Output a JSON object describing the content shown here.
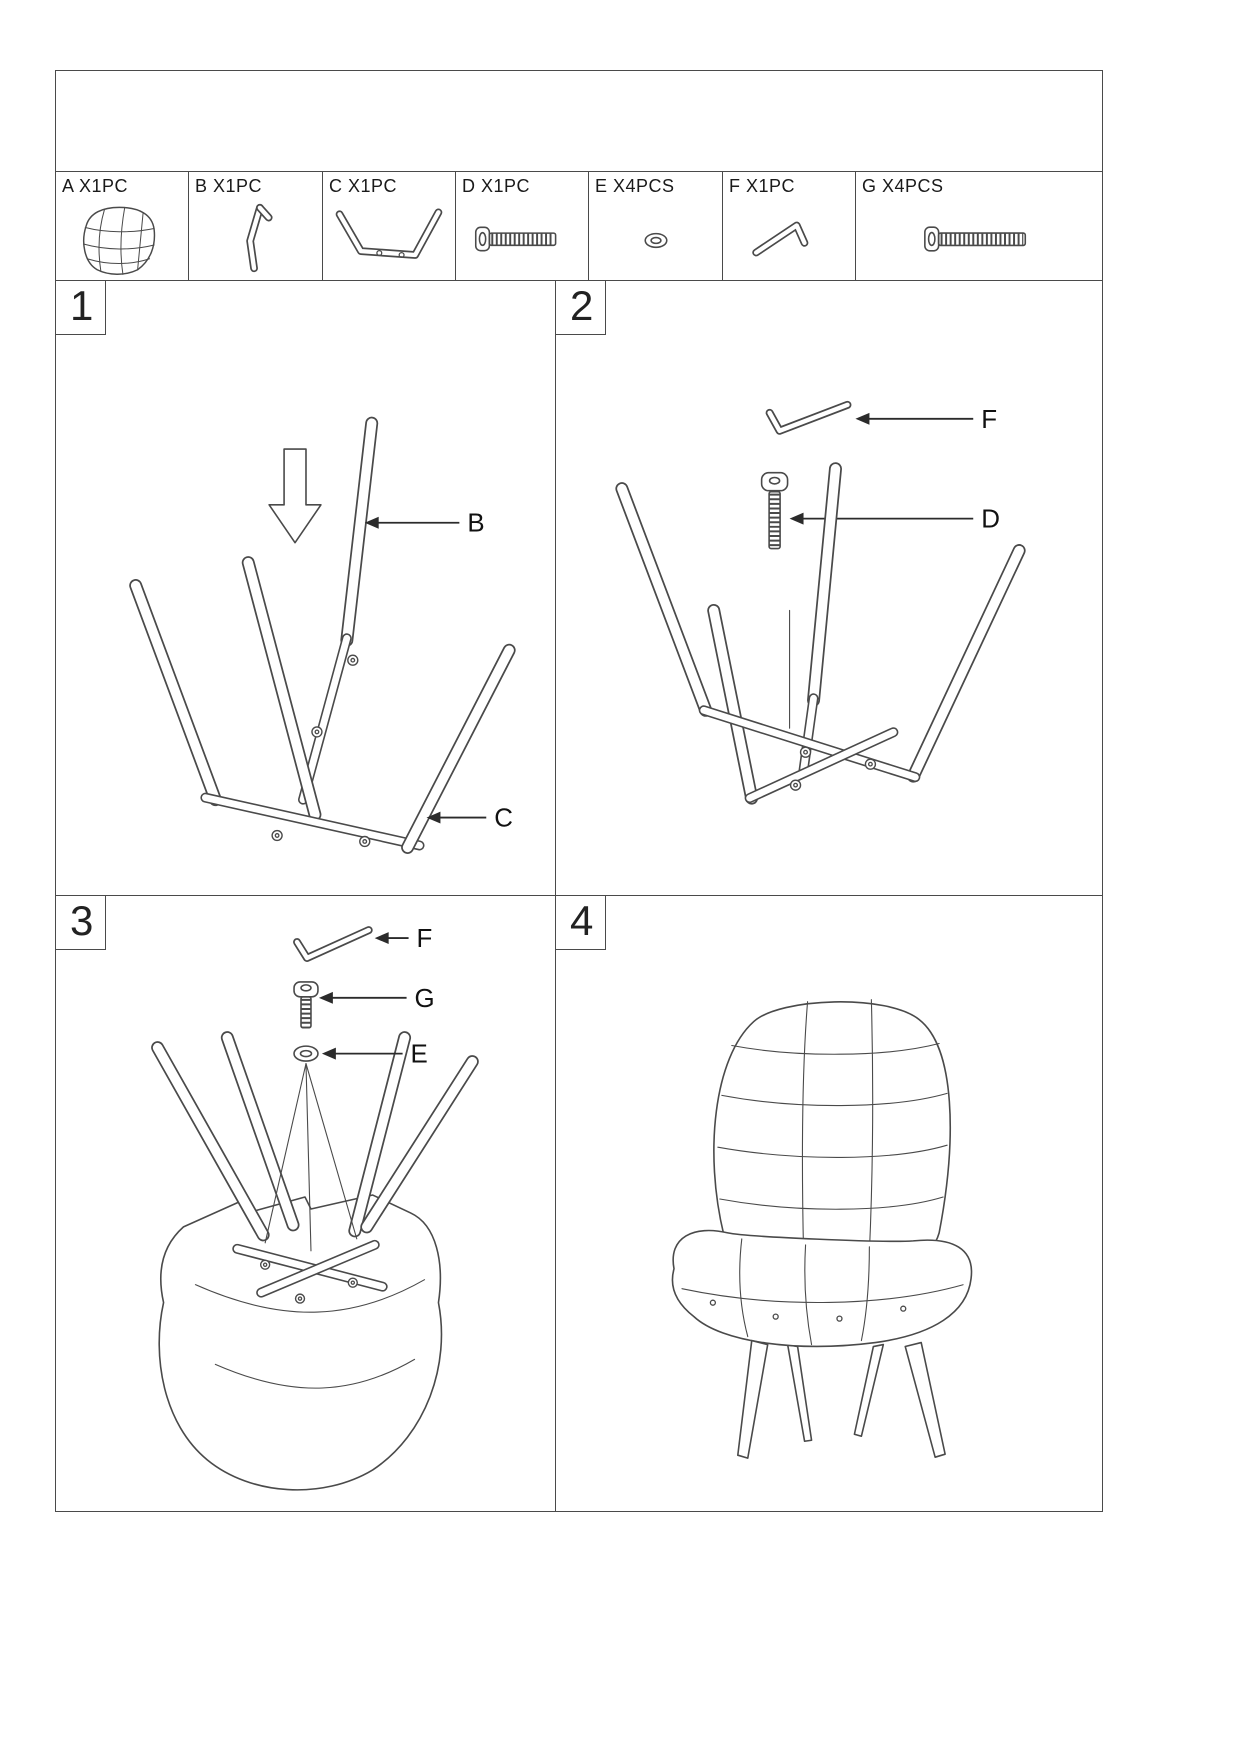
{
  "parts": [
    {
      "label": "A X1PC"
    },
    {
      "label": "B X1PC"
    },
    {
      "label": "C X1PC"
    },
    {
      "label": "D X1PC"
    },
    {
      "label": "E X4PCS"
    },
    {
      "label": "F X1PC"
    },
    {
      "label": "G X4PCS"
    }
  ],
  "steps": [
    {
      "number": "1",
      "callouts": [
        {
          "letter": "B"
        },
        {
          "letter": "C"
        }
      ]
    },
    {
      "number": "2",
      "callouts": [
        {
          "letter": "F"
        },
        {
          "letter": "D"
        }
      ]
    },
    {
      "number": "3",
      "callouts": [
        {
          "letter": "F"
        },
        {
          "letter": "G"
        },
        {
          "letter": "E"
        }
      ]
    },
    {
      "number": "4",
      "callouts": []
    }
  ]
}
